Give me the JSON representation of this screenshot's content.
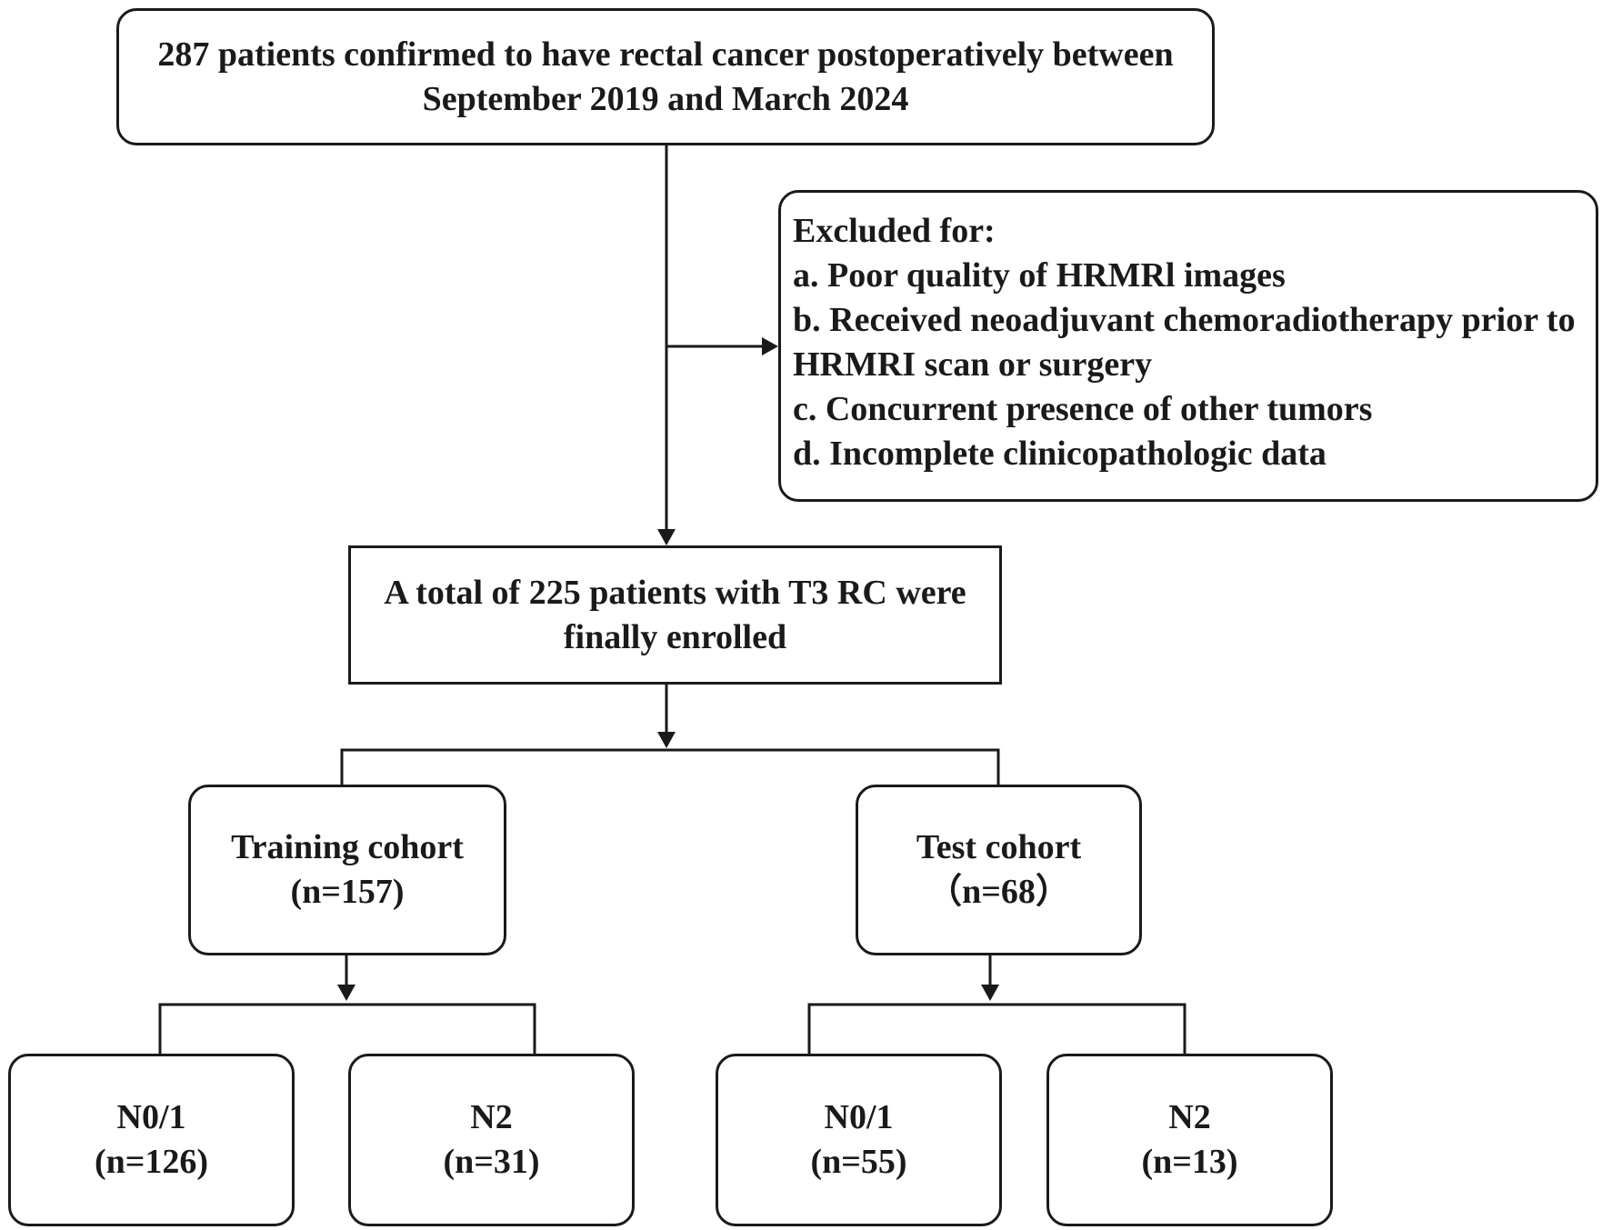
{
  "start_box": {
    "line1": "287 patients confirmed to have rectal cancer postoperatively between",
    "line2": "September 2019 and March 2024"
  },
  "exclusion_box": {
    "heading": "Excluded for:",
    "items": [
      "a. Poor quality of HRMRl images",
      "b. Received neoadjuvant chemoradiotherapy prior to",
      "HRMRI scan or surgery",
      "c. Concurrent presence of other tumors",
      "d. Incomplete clinicopathologic data"
    ]
  },
  "enrolled_box": {
    "line1": "A total of 225 patients with T3 RC were",
    "line2": "finally enrolled"
  },
  "training_box": {
    "label": "Training cohort",
    "count": "(n=157)"
  },
  "test_box": {
    "label": "Test cohort",
    "count": "（n=68）"
  },
  "training_n01": {
    "label": "N0/1",
    "count": "(n=126)"
  },
  "training_n2": {
    "label": "N2",
    "count": "(n=31)"
  },
  "test_n01": {
    "label": "N0/1",
    "count": "(n=55)"
  },
  "test_n2": {
    "label": "N2",
    "count": "(n=13)"
  }
}
